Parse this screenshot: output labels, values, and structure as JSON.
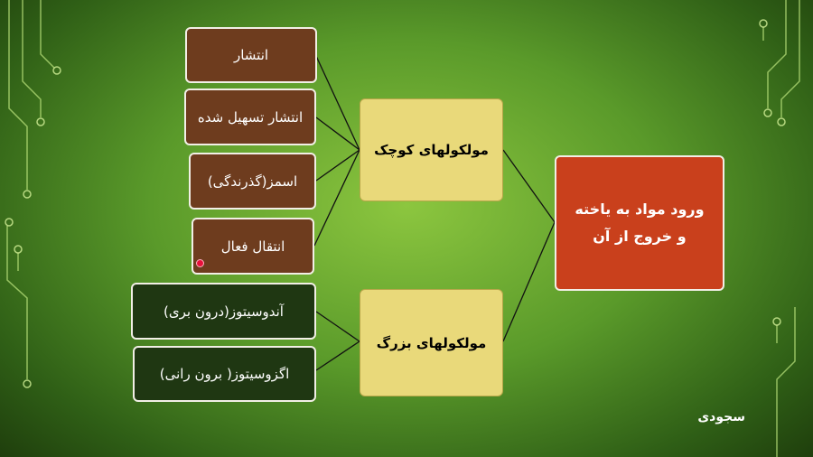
{
  "diagram": {
    "main": "ورود مواد به  یاخته و خروج از آن",
    "groups": [
      {
        "label": "مولکولهای کوچک",
        "items": [
          "انتشار",
          "انتشار تسهیل شده",
          "اسمز(گذرندگی)",
          "انتقال فعال"
        ]
      },
      {
        "label": "مولکولهای بزرگ",
        "items": [
          "آندوسیتوز(درون بری)",
          "اگزوسیتوز( برون رانی)"
        ]
      }
    ]
  },
  "footer": {
    "author": "سجودی"
  },
  "colors": {
    "item_small": "#6e3c1e",
    "item_large": "#1f3712",
    "group": "#e9d97a",
    "main": "#c9401c"
  }
}
